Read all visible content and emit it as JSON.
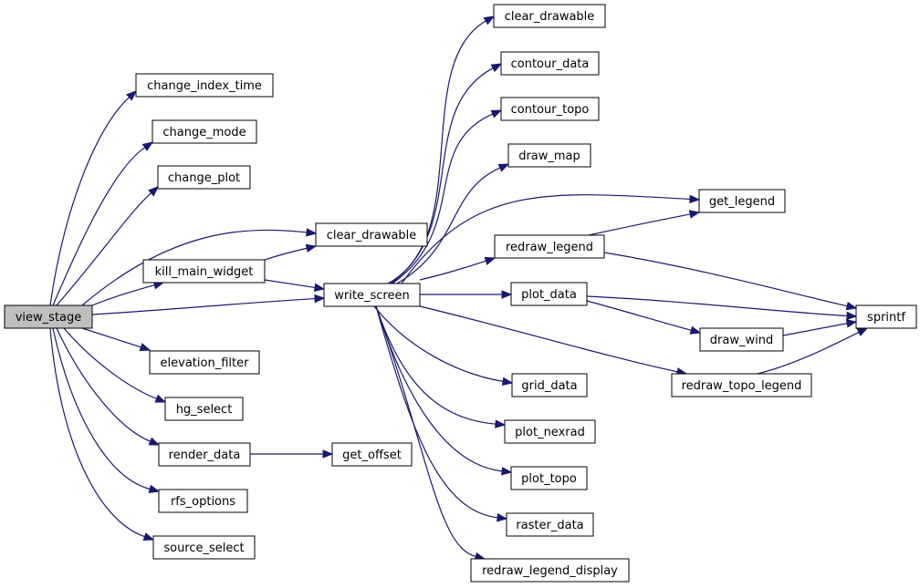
{
  "diagram": {
    "type": "call-graph",
    "edge_color": "#191970",
    "root_fill": "#bfbfbf",
    "node_fill": "#ffffff"
  },
  "nodes": [
    {
      "id": "view_stage",
      "label": "view_stage",
      "root": true
    },
    {
      "id": "change_index_time",
      "label": "change_index_time"
    },
    {
      "id": "change_mode",
      "label": "change_mode"
    },
    {
      "id": "change_plot",
      "label": "change_plot"
    },
    {
      "id": "clear_drawable_a",
      "label": "clear_drawable"
    },
    {
      "id": "kill_main_widget",
      "label": "kill_main_widget"
    },
    {
      "id": "write_screen",
      "label": "write_screen"
    },
    {
      "id": "elevation_filter",
      "label": "elevation_filter"
    },
    {
      "id": "hg_select",
      "label": "hg_select"
    },
    {
      "id": "render_data",
      "label": "render_data"
    },
    {
      "id": "get_offset",
      "label": "get_offset"
    },
    {
      "id": "rfs_options",
      "label": "rfs_options"
    },
    {
      "id": "source_select",
      "label": "source_select"
    },
    {
      "id": "clear_drawable_b",
      "label": "clear_drawable"
    },
    {
      "id": "contour_data",
      "label": "contour_data"
    },
    {
      "id": "contour_topo",
      "label": "contour_topo"
    },
    {
      "id": "draw_map",
      "label": "draw_map"
    },
    {
      "id": "get_legend",
      "label": "get_legend"
    },
    {
      "id": "redraw_legend",
      "label": "redraw_legend"
    },
    {
      "id": "plot_data",
      "label": "plot_data"
    },
    {
      "id": "draw_wind",
      "label": "draw_wind"
    },
    {
      "id": "sprintf",
      "label": "sprintf"
    },
    {
      "id": "grid_data",
      "label": "grid_data"
    },
    {
      "id": "redraw_topo_legend",
      "label": "redraw_topo_legend"
    },
    {
      "id": "plot_nexrad",
      "label": "plot_nexrad"
    },
    {
      "id": "plot_topo",
      "label": "plot_topo"
    },
    {
      "id": "raster_data",
      "label": "raster_data"
    },
    {
      "id": "redraw_legend_display",
      "label": "redraw_legend_display"
    }
  ],
  "edges": [
    {
      "from": "view_stage",
      "to": "change_index_time"
    },
    {
      "from": "view_stage",
      "to": "change_mode"
    },
    {
      "from": "view_stage",
      "to": "change_plot"
    },
    {
      "from": "view_stage",
      "to": "clear_drawable_a"
    },
    {
      "from": "view_stage",
      "to": "kill_main_widget"
    },
    {
      "from": "view_stage",
      "to": "write_screen"
    },
    {
      "from": "view_stage",
      "to": "elevation_filter"
    },
    {
      "from": "view_stage",
      "to": "hg_select"
    },
    {
      "from": "view_stage",
      "to": "render_data"
    },
    {
      "from": "view_stage",
      "to": "rfs_options"
    },
    {
      "from": "view_stage",
      "to": "source_select"
    },
    {
      "from": "kill_main_widget",
      "to": "clear_drawable_a"
    },
    {
      "from": "kill_main_widget",
      "to": "write_screen"
    },
    {
      "from": "render_data",
      "to": "get_offset"
    },
    {
      "from": "write_screen",
      "to": "clear_drawable_b"
    },
    {
      "from": "write_screen",
      "to": "contour_data"
    },
    {
      "from": "write_screen",
      "to": "contour_topo"
    },
    {
      "from": "write_screen",
      "to": "draw_map"
    },
    {
      "from": "write_screen",
      "to": "get_legend"
    },
    {
      "from": "write_screen",
      "to": "redraw_legend"
    },
    {
      "from": "write_screen",
      "to": "plot_data"
    },
    {
      "from": "write_screen",
      "to": "grid_data"
    },
    {
      "from": "write_screen",
      "to": "redraw_topo_legend"
    },
    {
      "from": "write_screen",
      "to": "plot_nexrad"
    },
    {
      "from": "write_screen",
      "to": "plot_topo"
    },
    {
      "from": "write_screen",
      "to": "raster_data"
    },
    {
      "from": "write_screen",
      "to": "redraw_legend_display"
    },
    {
      "from": "redraw_legend",
      "to": "get_legend"
    },
    {
      "from": "redraw_legend",
      "to": "sprintf"
    },
    {
      "from": "plot_data",
      "to": "draw_wind"
    },
    {
      "from": "plot_data",
      "to": "sprintf"
    },
    {
      "from": "draw_wind",
      "to": "sprintf"
    },
    {
      "from": "redraw_topo_legend",
      "to": "sprintf"
    }
  ]
}
